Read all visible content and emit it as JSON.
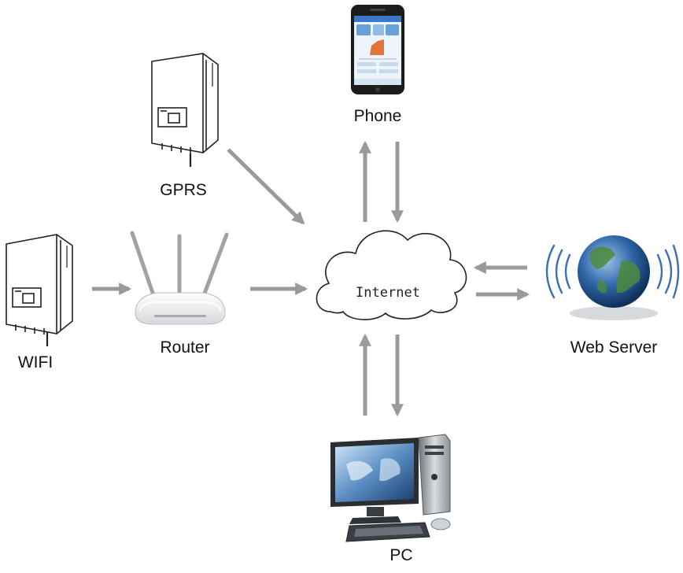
{
  "nodes": {
    "phone": {
      "label": "Phone"
    },
    "gprs": {
      "label": "GPRS"
    },
    "wifi": {
      "label": "WIFI"
    },
    "router": {
      "label": "Router"
    },
    "internet": {
      "label": "Internet"
    },
    "web_server": {
      "label": "Web Server"
    },
    "pc": {
      "label": "PC"
    }
  },
  "colors": {
    "arrow": "#9a9a9a",
    "outline": "#222222",
    "globe_blue": "#2a5f9e",
    "wave_blue": "#3b6fb0",
    "screen_orange": "#e0743a"
  },
  "connections": [
    {
      "from": "gprs",
      "to": "internet"
    },
    {
      "from": "wifi",
      "to": "router"
    },
    {
      "from": "router",
      "to": "internet"
    },
    {
      "from": "internet",
      "to": "phone"
    },
    {
      "from": "phone",
      "to": "internet"
    },
    {
      "from": "web_server",
      "to": "internet"
    },
    {
      "from": "internet",
      "to": "web_server"
    },
    {
      "from": "internet",
      "to": "pc"
    },
    {
      "from": "pc",
      "to": "internet"
    }
  ]
}
